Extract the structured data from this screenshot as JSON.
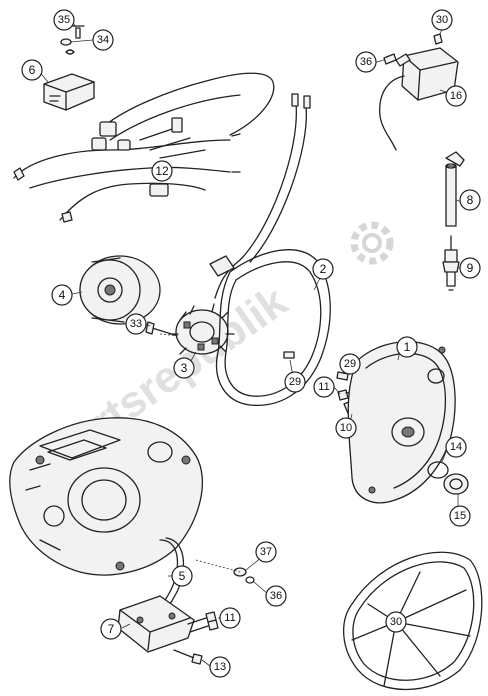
{
  "watermark": {
    "text": "Partsrepublik"
  },
  "callouts": {
    "c1": "1",
    "c2": "2",
    "c3": "3",
    "c4": "4",
    "c5": "5",
    "c6": "6",
    "c7": "7",
    "c8": "8",
    "c9": "9",
    "c10": "10",
    "c11a": "11",
    "c11b": "11",
    "c12": "12",
    "c13": "13",
    "c14": "14",
    "c15": "15",
    "c16": "16",
    "c29a": "29",
    "c29b": "29",
    "c30a": "30",
    "c30b": "30",
    "c33": "33",
    "c34": "34",
    "c35": "35",
    "c36a": "36",
    "c36b": "36",
    "c37": "37"
  },
  "colors": {
    "line": "#222222",
    "fill": "#f2f2f2",
    "watermark": "#d6d6d6"
  }
}
